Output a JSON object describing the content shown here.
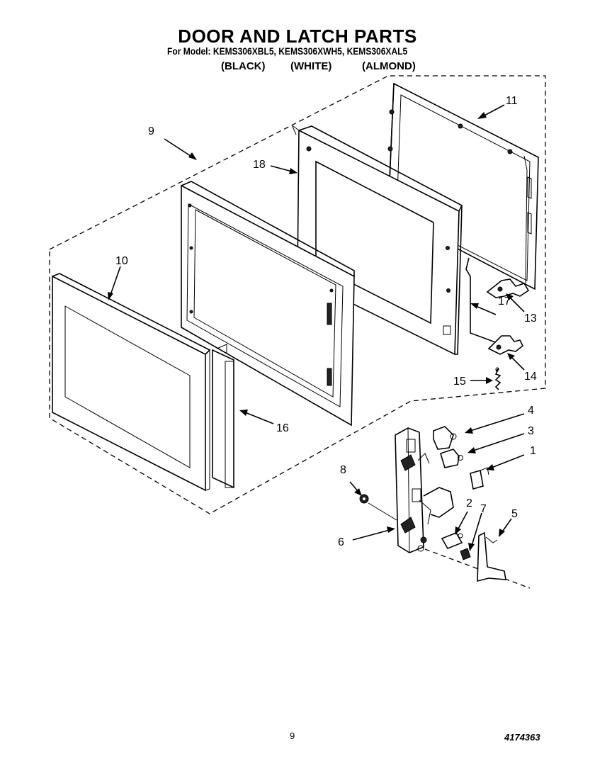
{
  "header": {
    "title": "DOOR AND LATCH PARTS",
    "models_line": "For Model: KEMS306XBL5, KEMS306XWH5, KEMS306XAL5",
    "colors": [
      "(BLACK)",
      "(WHITE)",
      "(ALMOND)"
    ]
  },
  "callouts": {
    "c1": "1",
    "c2": "2",
    "c3": "3",
    "c4": "4",
    "c5": "5",
    "c6": "6",
    "c7": "7",
    "c8": "8",
    "c9": "9",
    "c10": "10",
    "c11": "11",
    "c13": "13",
    "c14": "14",
    "c15": "15",
    "c16": "16",
    "c17": "17",
    "c18": "18"
  },
  "footer": {
    "page_number": "9",
    "document_number": "4174363"
  }
}
